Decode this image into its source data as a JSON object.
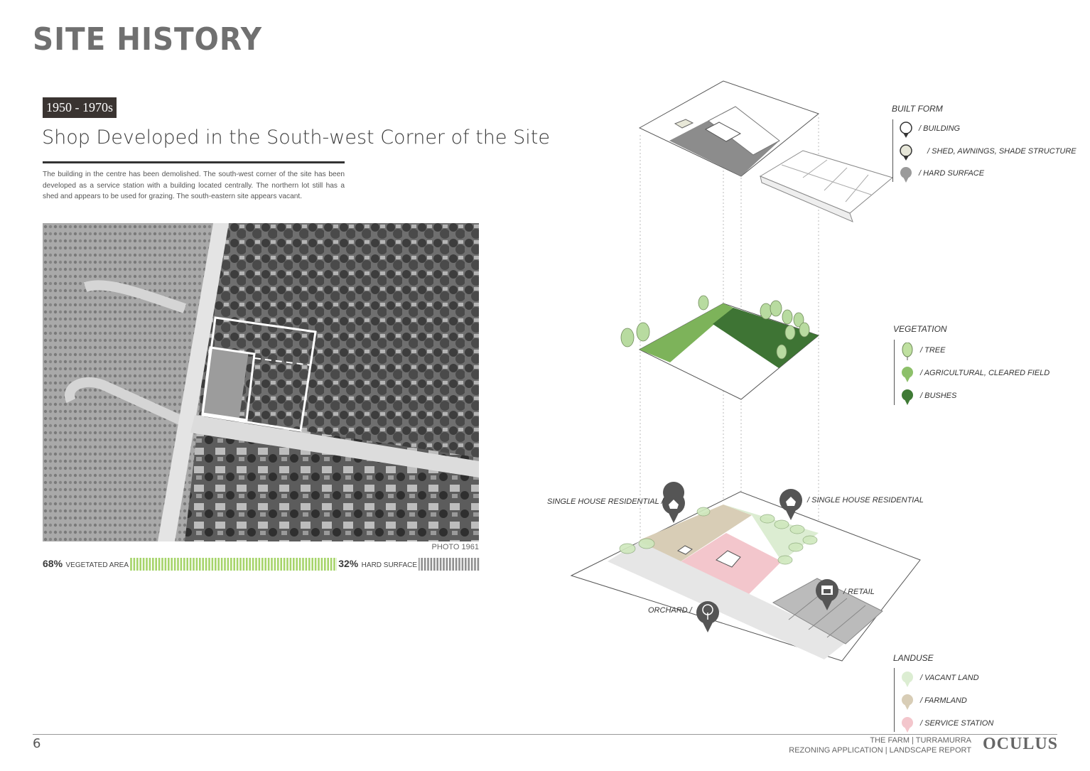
{
  "page": {
    "title": "SITE HISTORY",
    "period": "1950 - 1970s",
    "heading": "Shop Developed in the South-west Corner of the Site",
    "description": "The building in the centre has been demolished. The south-west corner of the site has been developed as a service station with a building located centrally. The northern lot still has a shed and appears to be used for grazing. The south-eastern site appears vacant.",
    "photo_caption": "PHOTO 1961"
  },
  "surface_bar": {
    "vegetated_percent": "68%",
    "vegetated_label": "VEGETATED AREA",
    "vegetated_fraction": 0.68,
    "hard_percent": "32%",
    "hard_label": "HARD SURFACE",
    "colors": {
      "vegetated": "#a6d46a",
      "hard": "#8f8f8f"
    }
  },
  "legends": {
    "built_form": {
      "title": "BUILT FORM",
      "items": [
        {
          "label": "/ BUILDING",
          "icon": "pin-outline-white-icon",
          "color": "#ffffff"
        },
        {
          "label": "/ SHED, AWNINGS, SHADE STRUCTURE",
          "icon": "pin-outline-light-icon",
          "color": "#e6e6d8"
        },
        {
          "label": "/ HARD SURFACE",
          "icon": "pin-grey-icon",
          "color": "#9a9a9a"
        }
      ]
    },
    "vegetation": {
      "title": "VEGETATION",
      "items": [
        {
          "label": "/ TREE",
          "icon": "pin-tree-icon",
          "color": "#bfe0a0"
        },
        {
          "label": "/ AGRICULTURAL, CLEARED FIELD",
          "icon": "pin-field-icon",
          "color": "#8dc06a"
        },
        {
          "label": "/ BUSHES",
          "icon": "pin-bushes-icon",
          "color": "#3f7a35"
        }
      ]
    },
    "landuse": {
      "title": "LANDUSE",
      "items": [
        {
          "label": "/ VACANT LAND",
          "icon": "pin-vacant-icon",
          "color": "#dcedd2"
        },
        {
          "label": "/ FARMLAND",
          "icon": "pin-farmland-icon",
          "color": "#d8cdb6"
        },
        {
          "label": "/ SERVICE STATION",
          "icon": "pin-service-icon",
          "color": "#f3c6cc"
        }
      ]
    }
  },
  "diagram_labels": {
    "single_house_left": "SINGLE HOUSE RESIDENTIAL /",
    "single_house_right": "/ SINGLE HOUSE RESIDENTIAL",
    "retail": "/ RETAIL",
    "orchard": "ORCHARD /"
  },
  "footer": {
    "page_number": "6",
    "line1": "THE FARM | TURRAMURRA",
    "line2": "REZONING APPLICATION | LANDSCAPE REPORT",
    "logo": "OCULUS"
  }
}
